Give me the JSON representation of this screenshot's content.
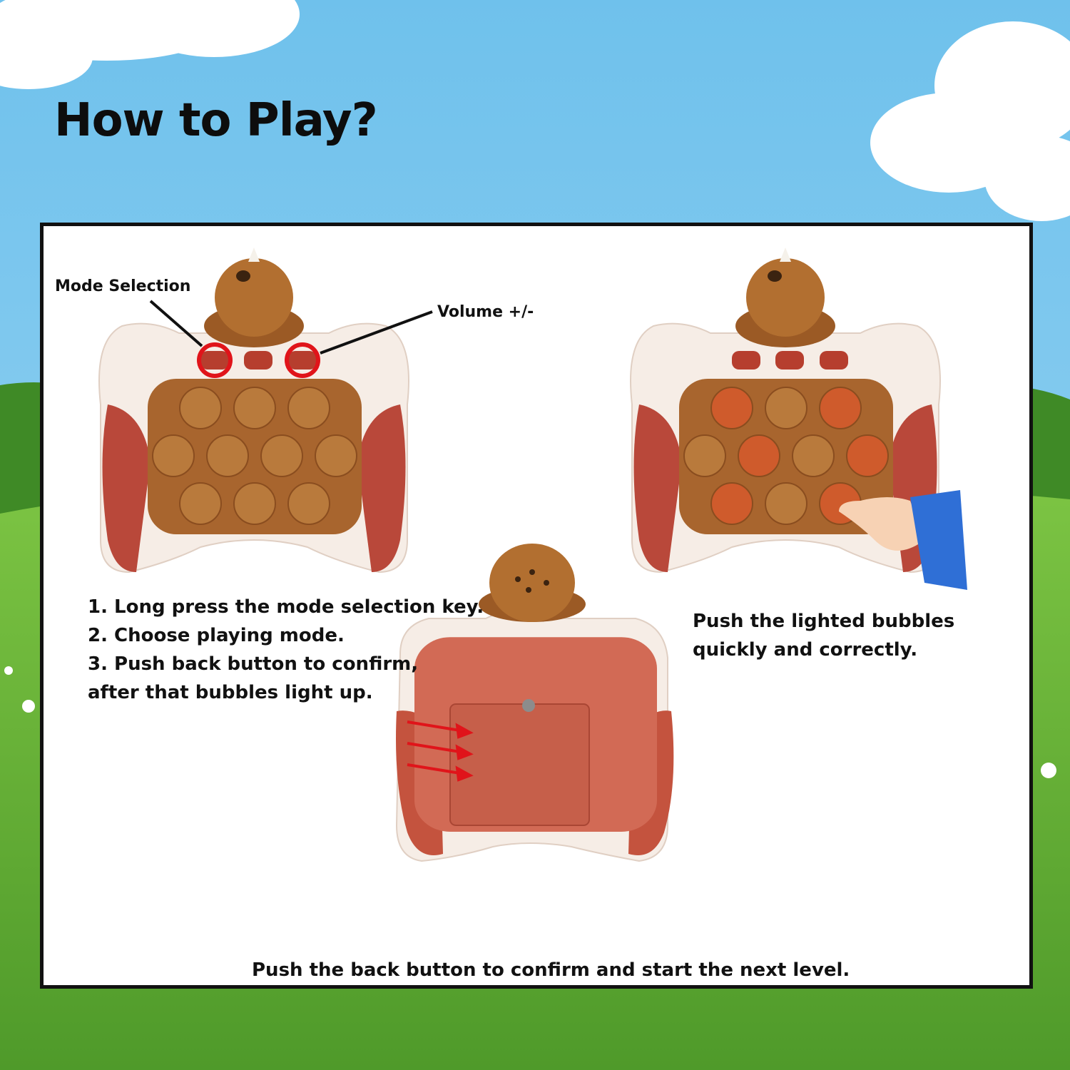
{
  "title": "How to Play?",
  "labels": {
    "mode_selection": "Mode Selection",
    "volume": "Volume +/-"
  },
  "steps": [
    "1. Long press the mode selection key.",
    "2. Choose playing mode.",
    "3. Push back button to confirm,",
    "after that bubbles light up."
  ],
  "caption_right": [
    "Push the lighted bubbles",
    "quickly and correctly."
  ],
  "caption_bottom": "Push the back button to confirm and start the next level.",
  "colors": {
    "sky": "#7fc9ef",
    "grass": "#6cb83a",
    "device_body": "#f6ede6",
    "device_grip": "#b9483a",
    "bubble_off": "#b97a3c",
    "bubble_lit": "#cf5b2c",
    "highlight_ring": "#e0141a"
  }
}
